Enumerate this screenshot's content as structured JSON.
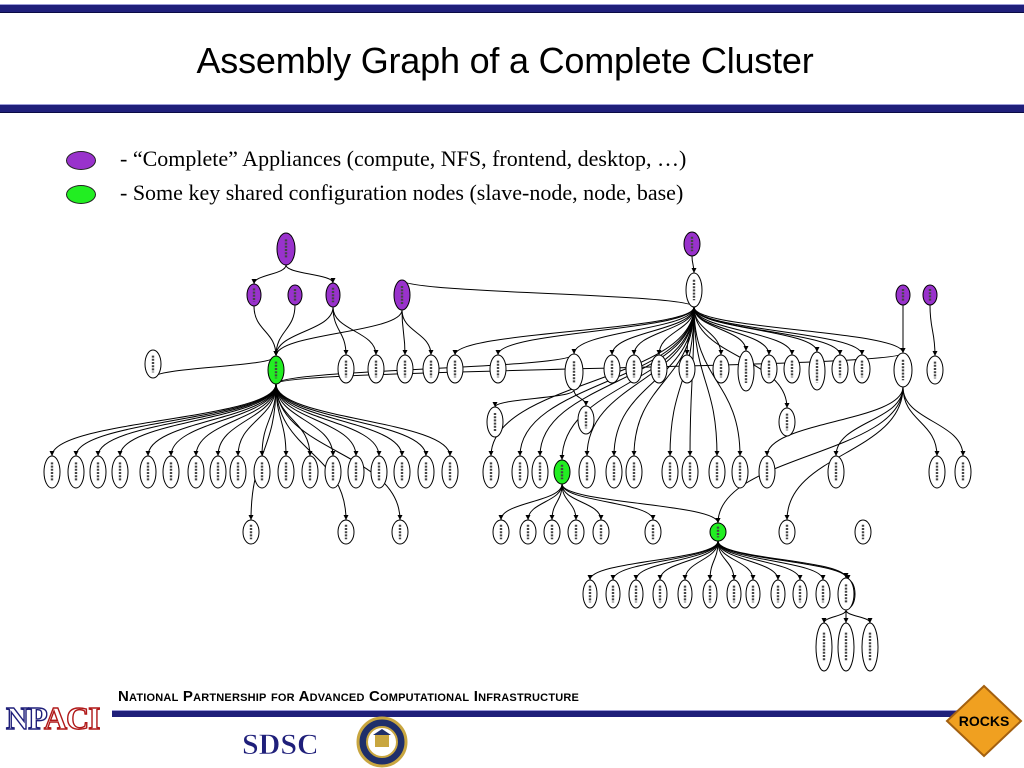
{
  "slide": {
    "title": "Assembly Graph of a Complete Cluster"
  },
  "legend": [
    {
      "color": "#9932cc",
      "text": "- “Complete” Appliances (compute, NFS, frontend, desktop, …)"
    },
    {
      "color": "#22ee22",
      "text": "- Some key shared configuration nodes (slave-node, node, base)"
    }
  ],
  "graph": {
    "purple_color": "#9932cc",
    "green_color": "#22ee22",
    "node_fill": "#ffffff"
  },
  "footer": {
    "text": "National Partnership for Advanced Computational Infrastructure",
    "logos": {
      "npaci": "NPACI",
      "sdsc": "SDSC",
      "rocks": "ROCKS"
    }
  }
}
